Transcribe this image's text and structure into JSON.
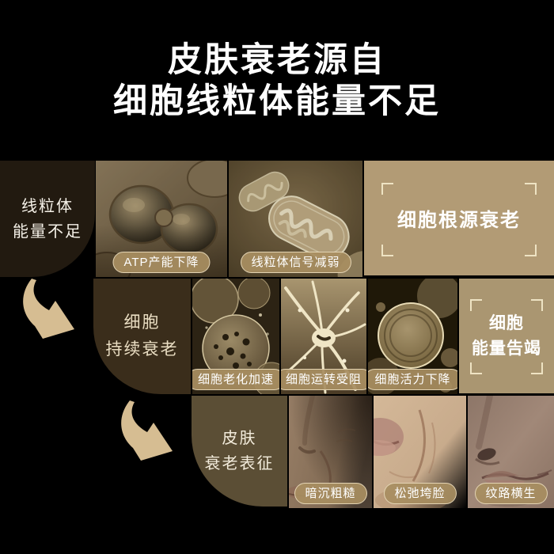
{
  "title": {
    "line1": "皮肤衰老源自",
    "line2": "细胞线粒体能量不足"
  },
  "rows": [
    {
      "label": [
        "线粒体",
        "能量不足"
      ],
      "captions": [
        "ATP产能下降",
        "线粒体信号减弱"
      ],
      "images": [
        "dividing-cells",
        "mitochondria"
      ],
      "result": [
        "细胞根源衰老"
      ]
    },
    {
      "label": [
        "细胞",
        "持续衰老"
      ],
      "captions": [
        "细胞老化加速",
        "细胞运转受阻",
        "细胞活力下降"
      ],
      "images": [
        "aging-porous-cells",
        "neuron",
        "cell-sphere"
      ],
      "result": [
        "细胞",
        "能量告竭"
      ]
    },
    {
      "label": [
        "皮肤",
        "衰老表征"
      ],
      "captions": [
        "暗沉粗糙",
        "松弛垮脸",
        "纹路横生"
      ],
      "images": [
        "dull-rough-skin-face",
        "sagging-face",
        "wrinkled-lips-face"
      ]
    }
  ],
  "colors": {
    "background": "#000000",
    "title_text": "#ffffff",
    "stage1_block": "#221a10",
    "stage2_block": "#3a2d1b",
    "stage3_block": "#5b4e35",
    "result_box_1": "#b29b75",
    "result_box_2": "#aa9671",
    "corner_bracket": "#eee3c3",
    "arrow": "#d6bd92",
    "pill_background": "#a88e61",
    "pill_border": "#f3e6c8",
    "pill_text": "#ffffff"
  }
}
